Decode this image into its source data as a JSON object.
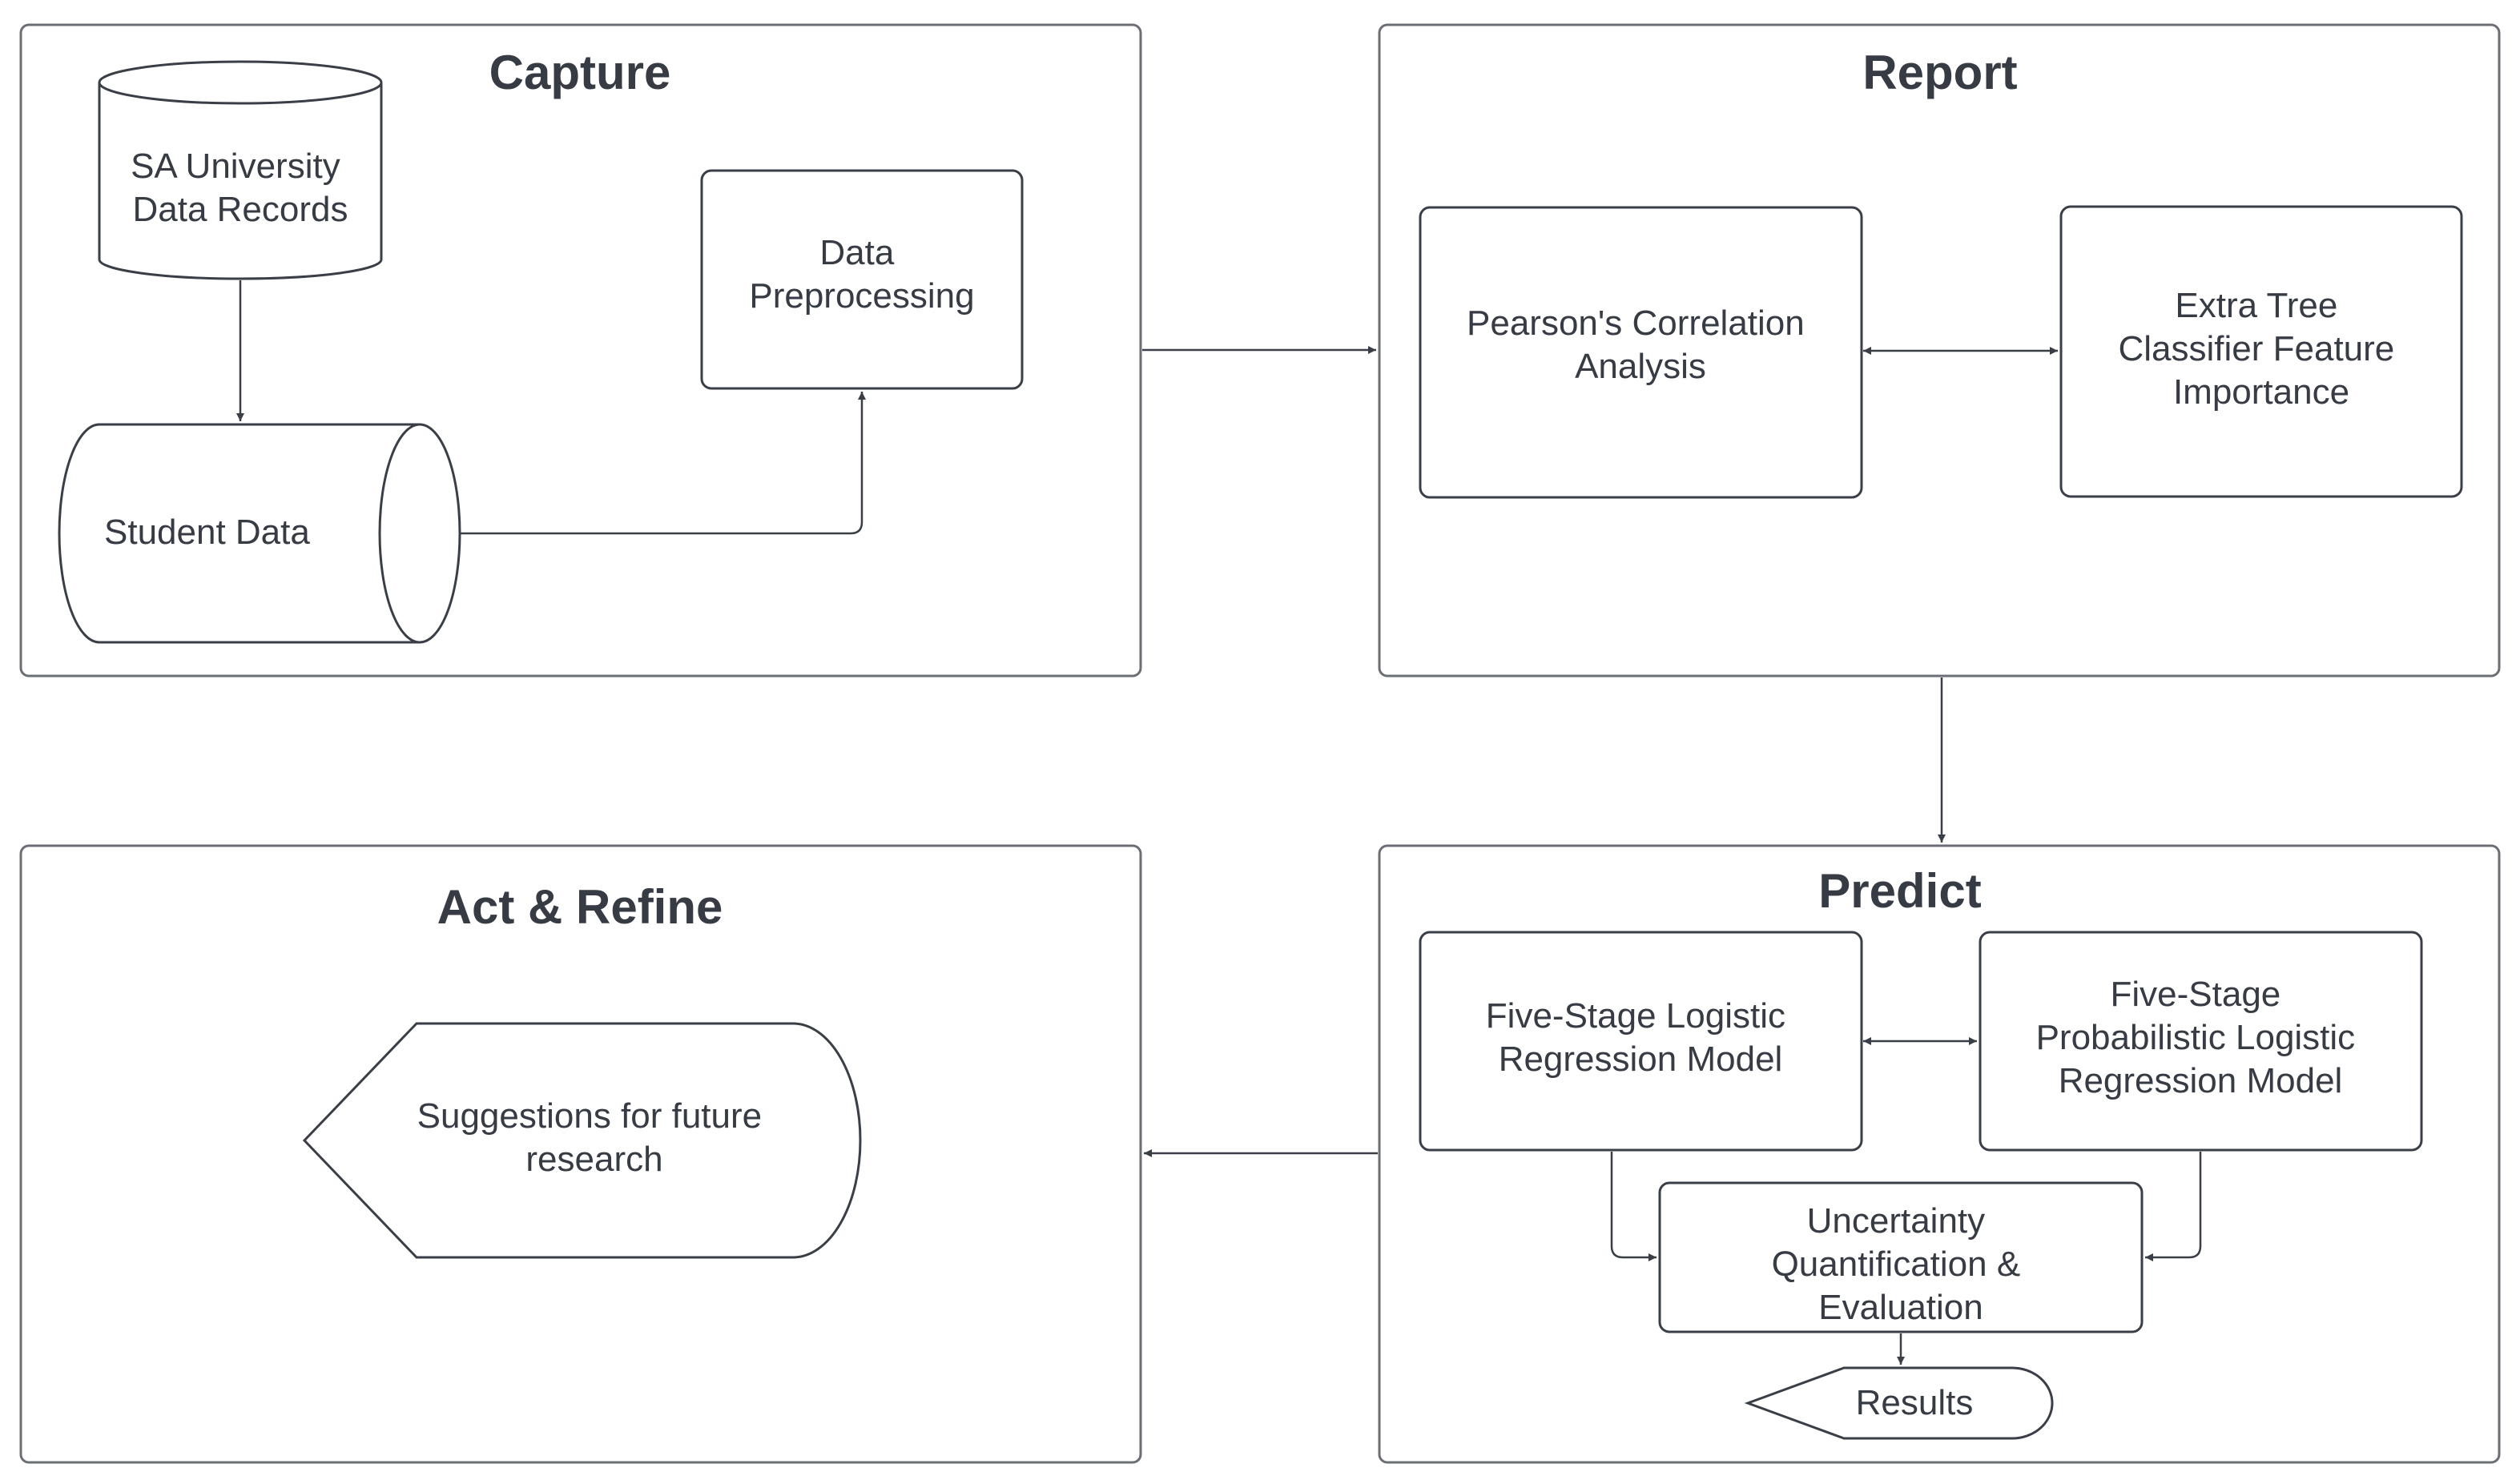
{
  "panels": {
    "capture": {
      "title": "Capture"
    },
    "report": {
      "title": "Report"
    },
    "predict": {
      "title": "Predict"
    },
    "act_refine": {
      "title": "Act & Refine"
    }
  },
  "nodes": {
    "sa_records": {
      "lines": [
        "SA University",
        "Data Records"
      ]
    },
    "student_data": {
      "lines": [
        "Student Data"
      ]
    },
    "preprocessing": {
      "lines": [
        "Data",
        "Preprocessing"
      ]
    },
    "pearson": {
      "lines": [
        "Pearson's Correlation",
        "Analysis"
      ]
    },
    "extra_tree": {
      "lines": [
        "Extra Tree",
        "Classifier Feature",
        "Importance"
      ]
    },
    "five_stage_lr": {
      "lines": [
        "Five-Stage Logistic",
        "Regression Model"
      ]
    },
    "five_stage_plr": {
      "lines": [
        "Five-Stage",
        "Probabilistic Logistic",
        "Regression Model"
      ]
    },
    "uncertainty": {
      "lines": [
        "Uncertainty",
        "Quantification &",
        "Evaluation"
      ]
    },
    "results": {
      "lines": [
        "Results"
      ]
    },
    "suggestions": {
      "lines": [
        "Suggestions for future",
        "research"
      ]
    }
  },
  "colors": {
    "stroke": "#3a3f47",
    "frame": "#6b6f75",
    "text": "#363b44"
  }
}
